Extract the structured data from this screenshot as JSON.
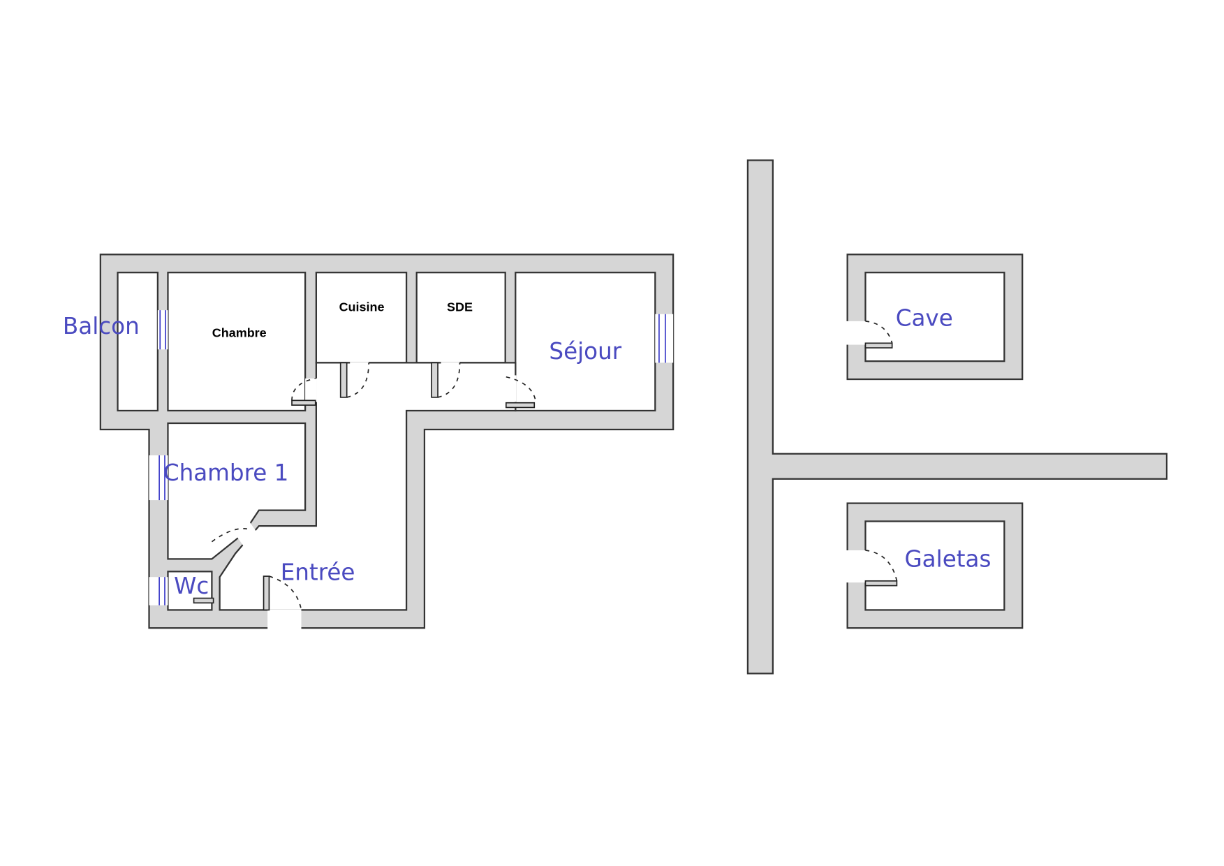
{
  "floorplan": {
    "rooms": {
      "balcon": "Balcon",
      "chambre": "Chambre",
      "cuisine": "Cuisine",
      "sde": "SDE",
      "sejour": "Séjour",
      "chambre1": "Chambre 1",
      "wc": "Wc",
      "entree": "Entrée",
      "cave": "Cave",
      "galetas": "Galetas"
    },
    "colors": {
      "wall": "#d6d6d6",
      "label": "#4a4ac0",
      "outline": "#333333"
    }
  }
}
